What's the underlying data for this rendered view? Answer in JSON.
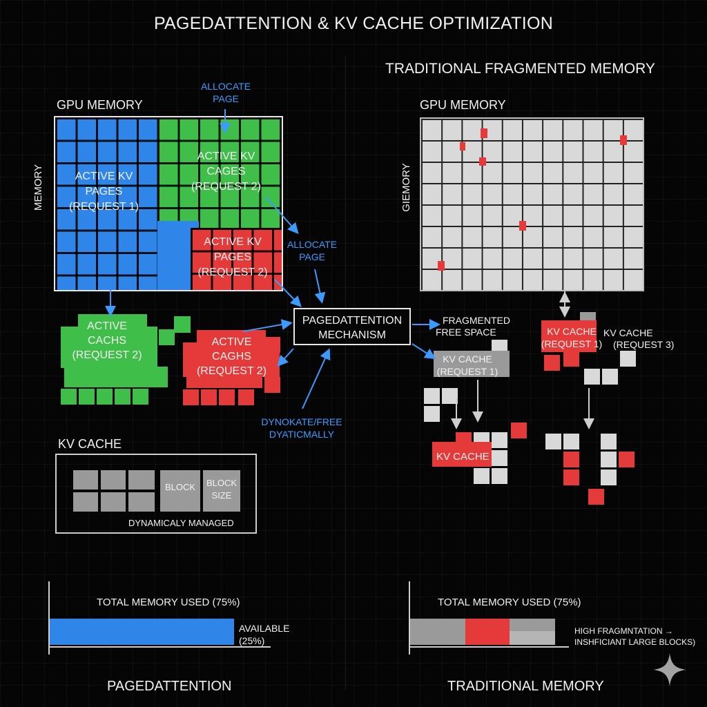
{
  "title": "PAGEDATTENTION & KV CACHE OPTIMIZATION",
  "left": {
    "gpu_memory_label": "GPU MEMORY",
    "memory_axis_label": "MEMORY",
    "allocate_page_top": [
      "ALLOCATE",
      "PAGE"
    ],
    "region_blue": [
      "ACTIVE KV",
      "PAGES",
      "(REQUEST 1)"
    ],
    "region_green": [
      "ACTIVE KV",
      "CAGES",
      "(REQUEST 2)"
    ],
    "region_red": [
      "ACTIVE KV",
      "PAGES",
      "(REQUEST 2)"
    ],
    "allocate_page_mid": [
      "ALLOCATE",
      "PAGE"
    ],
    "mechanism": [
      "PAGEDATTENTION",
      "MECHANISM"
    ],
    "green_cache": [
      "ACTIVE",
      "CACHS",
      "(REQUEST 2)"
    ],
    "red_cache": [
      "ACTIVE",
      "CAGHS",
      "(REQUEST 2)"
    ],
    "dynamic_label": [
      "DYNOKATE/FREE",
      "DYATICMALLY"
    ],
    "kv_cache_title": "KV CACHE",
    "block_label": "BLOCK",
    "block_size_label": [
      "BLOCK",
      "SIZE"
    ],
    "managed_label": "DYNAMICALY MANAGED",
    "usage_title": "TOTAL MEMORY USED (75%)",
    "available_label": [
      "AVAILABLE",
      "(25%)"
    ],
    "footer": "PAGEDATTENTION"
  },
  "right": {
    "title": "TRADITIONAL FRAGMENTED MEMORY",
    "gpu_memory_label": "GPU MEMORY",
    "memory_axis_label": "GIEMORY",
    "fragmented_label": [
      "FRAGMENTED",
      "FREE SPACE"
    ],
    "kv_cache_req1_a": [
      "KV CACHE",
      "(REQUEST 1)"
    ],
    "kv_cache_req1_b": [
      "KV CACHE",
      "(REQUEST 1)"
    ],
    "kv_cache_req3": [
      "KV CACHE",
      "(REQUEST 3)"
    ],
    "kv_cache_bottom": "KV CACHE",
    "usage_title": "TOTAL MEMORY USED (75%)",
    "frag_note": [
      "HIGH FRAGMNTATION →",
      "INSHFICIANT LARGE BLOCKS)"
    ],
    "footer": "TRADITIONAL MEMORY"
  },
  "usage": {
    "paged_used_percent": 75,
    "paged_available_percent": 25,
    "traditional_used_percent": 75
  },
  "colors": {
    "blue": "#2f86e8",
    "green": "#3fbf4a",
    "red": "#e53a3a",
    "gray": "#9a9a9a",
    "light": "#d9d9d9",
    "accent_text": "#3d9bff"
  }
}
